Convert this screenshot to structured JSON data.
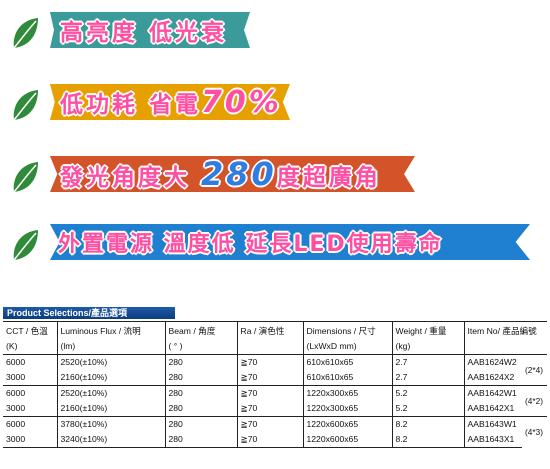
{
  "banners": [
    {
      "parts": [
        "高亮度 低光衰"
      ]
    },
    {
      "parts": [
        "低功耗 省電",
        "70%"
      ]
    },
    {
      "parts": [
        "發光角度大 ",
        "280",
        "度超廣角"
      ]
    },
    {
      "parts": [
        "外置電源 溫度低 延長LED使用壽命"
      ]
    }
  ],
  "colors": {
    "banner1": "#3b9a9a",
    "banner2": "#e6a100",
    "banner3": "#d4542a",
    "banner4": "#1f7fd0",
    "leaf": "#2f8a3a",
    "text_pink": "#ff4fa3",
    "accent_blue": "#2f7de0"
  },
  "section_title": "Product Selections/產品選項",
  "table": {
    "headers": [
      {
        "main": "CCT / 色溫",
        "unit": "(K)"
      },
      {
        "main": "Luminous Flux / 流明",
        "unit": "(lm)"
      },
      {
        "main": "Beam / 角度",
        "unit": "( ° )"
      },
      {
        "main": "Ra / 演色性",
        "unit": ""
      },
      {
        "main": "Dimensions / 尺寸",
        "unit": "(LxWxD  mm)"
      },
      {
        "main": "Weight / 重量",
        "unit": "(kg)"
      },
      {
        "main": "Item No/ 產品編號",
        "unit": ""
      }
    ],
    "groups": [
      {
        "note": "(2*4)",
        "rows": [
          [
            "6000",
            "2520(±10%)",
            "280",
            "≧70",
            "610x610x65",
            "2.7",
            "AAB1624W2"
          ],
          [
            "3000",
            "2160(±10%)",
            "280",
            "≧70",
            "610x610x65",
            "2.7",
            "AAB1624X2"
          ]
        ]
      },
      {
        "note": "(4*2)",
        "rows": [
          [
            "6000",
            "2520(±10%)",
            "280",
            "≧70",
            "1220x300x65",
            "5.2",
            "AAB1642W1"
          ],
          [
            "3000",
            "2160(±10%)",
            "280",
            "≧70",
            "1220x300x65",
            "5.2",
            "AAB1642X1"
          ]
        ]
      },
      {
        "note": "(4*3)",
        "rows": [
          [
            "6000",
            "3780(±10%)",
            "280",
            "≧70",
            "1220x600x65",
            "8.2",
            "AAB1643W1"
          ],
          [
            "3000",
            "3240(±10%)",
            "280",
            "≧70",
            "1220x600x65",
            "8.2",
            "AAB1643X1"
          ]
        ]
      }
    ]
  }
}
